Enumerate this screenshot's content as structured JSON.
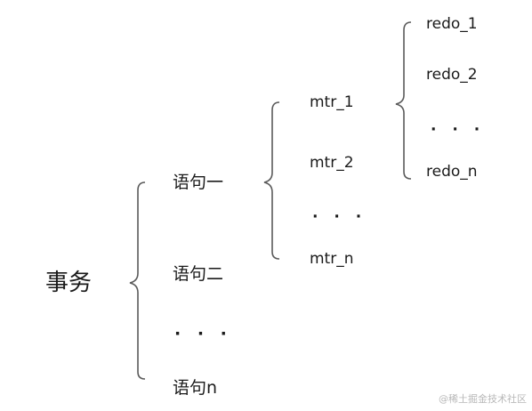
{
  "diagram": {
    "root": {
      "label": "事务"
    },
    "statements": [
      "语句一",
      "语句二",
      "· · ·",
      "语句n"
    ],
    "mtrs": [
      "mtr_1",
      "mtr_2",
      "· · ·",
      "mtr_n"
    ],
    "redos": [
      "redo_1",
      "redo_2",
      "· · ·",
      "redo_n"
    ]
  },
  "watermark": "@稀土掘金技术社区",
  "colors": {
    "bracket": "#5a5a5a",
    "text": "#1a1a1a"
  }
}
